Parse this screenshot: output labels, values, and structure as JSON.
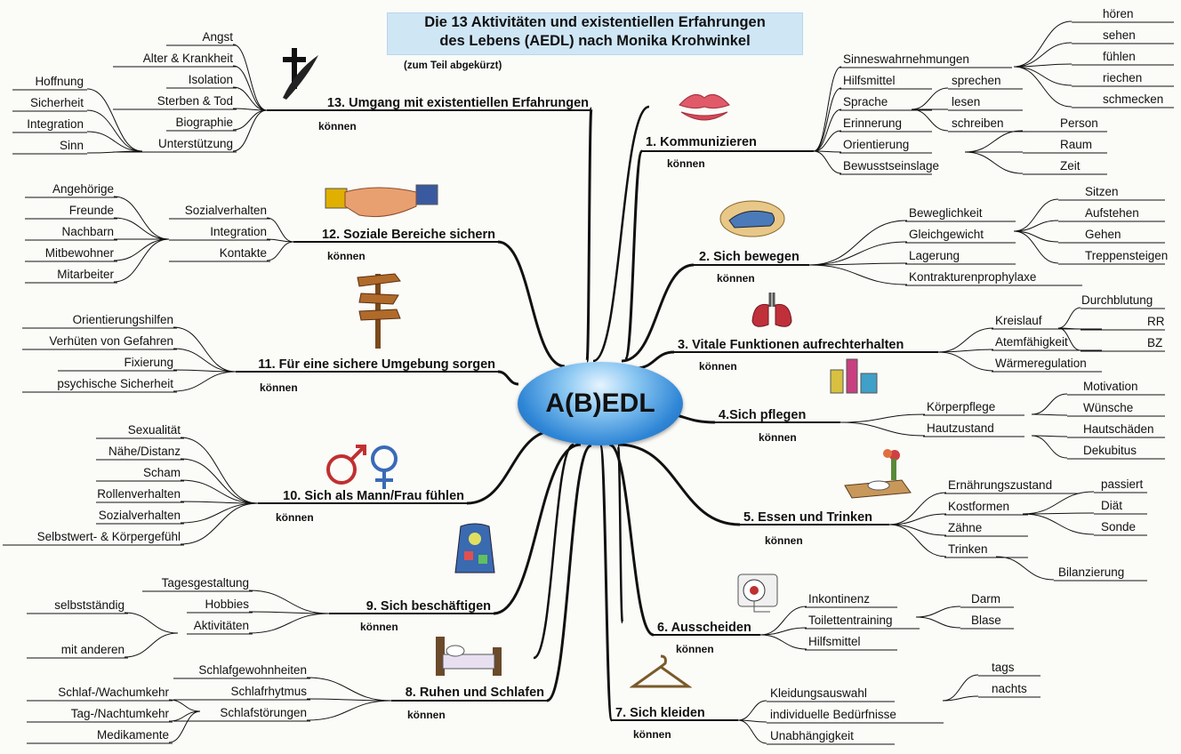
{
  "title": {
    "line1": "Die 13 Aktivitäten und existentiellen Erfahrungen",
    "line2": "des Lebens (AEDL) nach Monika Krohwinkel",
    "subtitle": "(zum Teil abgekürzt)"
  },
  "center": "A(B)EDL",
  "koennen": "können",
  "branches": {
    "b1": {
      "label": "1. Kommunizieren",
      "items": [
        "Sinneswahrnehmungen",
        "Hilfsmittel",
        "Sprache",
        "Erinnerung",
        "Orientierung",
        "Bewusstseinslage"
      ],
      "senses": [
        "hören",
        "sehen",
        "fühlen",
        "riechen",
        "schmecken"
      ],
      "speech": [
        "sprechen",
        "lesen",
        "schreiben"
      ],
      "orient": [
        "Person",
        "Raum",
        "Zeit"
      ]
    },
    "b2": {
      "label": "2. Sich bewegen",
      "items": [
        "Beweglichkeit",
        "Gleichgewicht",
        "Lagerung",
        "Kontrakturenprophylaxe"
      ],
      "sub": [
        "Sitzen",
        "Aufstehen",
        "Gehen",
        "Treppensteigen"
      ]
    },
    "b3": {
      "label": "3. Vitale Funktionen aufrechterhalten",
      "items": [
        "Kreislauf",
        "Atemfähigkeit",
        "Wärmeregulation"
      ],
      "sub": [
        "Durchblutung",
        "RR",
        "BZ"
      ]
    },
    "b4": {
      "label": "4.Sich pflegen",
      "items": [
        "Körperpflege",
        "Hautzustand"
      ],
      "sub": [
        "Motivation",
        "Wünsche",
        "Hautschäden",
        "Dekubitus"
      ]
    },
    "b5": {
      "label": "5. Essen und Trinken",
      "items": [
        "Ernährungszustand",
        "Kostformen",
        "Zähne",
        "Trinken"
      ],
      "sub": [
        "passiert",
        "Diät",
        "Sonde",
        "Bilanzierung"
      ]
    },
    "b6": {
      "label": "6. Ausscheiden",
      "items": [
        "Inkontinenz",
        "Toilettentraining",
        "Hilfsmittel"
      ],
      "sub": [
        "Darm",
        "Blase"
      ]
    },
    "b7": {
      "label": "7. Sich kleiden",
      "items": [
        "Kleidungsauswahl",
        "individuelle Bedürfnisse",
        "Unabhängigkeit"
      ],
      "sub": [
        "tags",
        "nachts"
      ]
    },
    "b8": {
      "label": "8. Ruhen und Schlafen",
      "items": [
        "Schlafgewohnheiten",
        "Schlafrhytmus",
        "Schlafstörungen"
      ],
      "sub": [
        "Schlaf-/Wachumkehr",
        "Tag-/Nachtumkehr",
        "Medikamente"
      ]
    },
    "b9": {
      "label": "9. Sich beschäftigen",
      "items": [
        "Tagesgestaltung",
        "Hobbies",
        "Aktivitäten"
      ],
      "sub": [
        "selbstständig",
        "mit anderen"
      ]
    },
    "b10": {
      "label": "10. Sich als Mann/Frau fühlen",
      "items": [
        "Sexualität",
        "Nähe/Distanz",
        "Scham",
        "Rollenverhalten",
        "Sozialverhalten",
        "Selbstwert- & Körpergefühl"
      ]
    },
    "b11": {
      "label": "11. Für eine sichere Umgebung sorgen",
      "items": [
        "Orientierungshilfen",
        "Verhüten von Gefahren",
        "Fixierung",
        "psychische Sicherheit"
      ]
    },
    "b12": {
      "label": "12. Soziale Bereiche sichern",
      "items": [
        "Sozialverhalten",
        "Integration",
        "Kontakte"
      ],
      "sub": [
        "Angehörige",
        "Freunde",
        "Nachbarn",
        "Mitbewohner",
        "Mitarbeiter"
      ]
    },
    "b13": {
      "label": "13. Umgang mit existentiellen Erfahrungen",
      "items": [
        "Angst",
        "Alter & Krankheit",
        "Isolation",
        "Sterben & Tod",
        "Biographie",
        "Unterstützung"
      ],
      "sub": [
        "Hoffnung",
        "Sicherheit",
        "Integration",
        "Sinn"
      ]
    }
  },
  "colors": {
    "line": "#111111",
    "title_bg": "#cfe6f5",
    "center": "#2f86d6"
  },
  "icons": [
    "lips-icon",
    "shoe-icon",
    "lungs-icon",
    "toiletries-icon",
    "table-meal-icon",
    "toilet-paper-icon",
    "hanger-icon",
    "bed-icon",
    "hobby-bag-icon",
    "gender-symbols-icon",
    "signpost-icon",
    "handshake-icon",
    "cross-palm-icon"
  ]
}
